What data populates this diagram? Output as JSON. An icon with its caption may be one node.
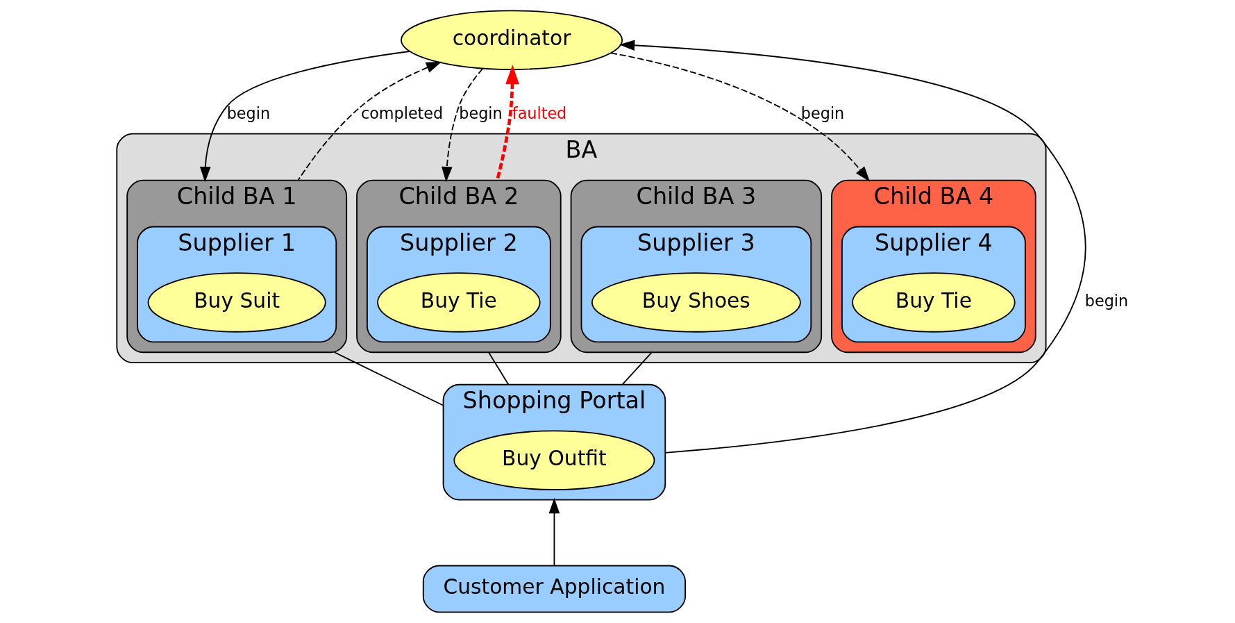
{
  "diagram": {
    "nodes": [
      {
        "text": [
          "coordinator"
        ]
      },
      {
        "text": [
          "BA"
        ]
      },
      {
        "text": [
          "Child BA 1"
        ],
        "in": 1
      },
      {
        "text": [
          "Supplier 1"
        ],
        "in": 2
      },
      {
        "text": [
          "Buy Suit"
        ],
        "in": 3
      },
      {
        "text": [
          "Child BA 2"
        ],
        "in": 1
      },
      {
        "text": [
          "Supplier 2"
        ],
        "in": 5
      },
      {
        "text": [
          "Buy Tie"
        ],
        "in": 6
      },
      {
        "text": [
          "Child BA 4"
        ],
        "in": 1
      },
      {
        "text": [
          "Supplier 4"
        ],
        "in": 8
      },
      {
        "text": [
          "Buy Tie"
        ],
        "in": 9
      },
      {
        "text": [
          "Child BA 3"
        ],
        "in": 1
      },
      {
        "text": [
          "Supplier 3"
        ],
        "in": 11
      },
      {
        "text": [
          "Buy Shoes"
        ],
        "in": 12
      },
      {
        "text": [
          "Shopping Portal"
        ]
      },
      {
        "text": [
          "Buy Outfit"
        ],
        "in": 14
      },
      {
        "text": [
          "Customer Application"
        ]
      }
    ],
    "edges": [
      {
        "from": 14,
        "to": 0,
        "arrow": "to",
        "label": "begin"
      },
      {
        "from": 0,
        "to": 2,
        "arrow": "to",
        "label": "begin"
      },
      {
        "from": 2,
        "to": 0,
        "arrow": "to",
        "label": "completed",
        "style": "dashed"
      },
      {
        "from": 0,
        "to": 5,
        "arrow": "to",
        "label": "begin",
        "style": "dashed"
      },
      {
        "from": 5,
        "to": 0,
        "arrow": "to",
        "label": "faulted",
        "style": "dashed",
        "color": "#ff0000"
      },
      {
        "from": 0,
        "to": 8,
        "arrow": "to",
        "label": "begin",
        "style": "dashed"
      },
      {
        "from": 2,
        "to": 14,
        "arrow": "none"
      },
      {
        "from": 5,
        "to": 14,
        "arrow": "none"
      },
      {
        "from": 11,
        "to": 14,
        "arrow": "none"
      },
      {
        "from": 16,
        "to": 14,
        "arrow": "to"
      }
    ]
  }
}
